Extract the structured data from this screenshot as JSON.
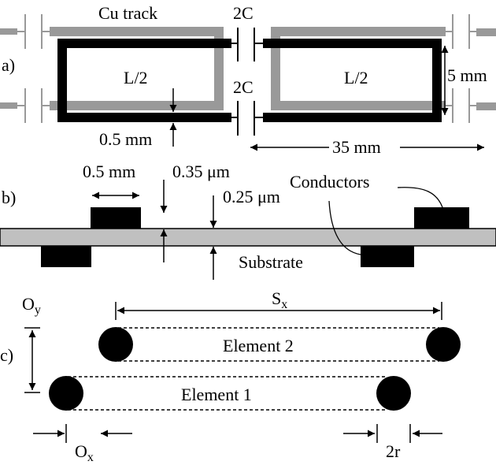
{
  "panels": {
    "a": {
      "label": "a)",
      "cu_track_label": "Cu track",
      "capacitor_top_label": "2C",
      "capacitor_bottom_label": "2C",
      "left_loop_label": "L/2",
      "right_loop_label": "L/2",
      "track_width_label": "0.5 mm",
      "loop_height_label": "5 mm",
      "loop_length_label": "35 mm"
    },
    "b": {
      "label": "b)",
      "conductor_width_label": "0.5 mm",
      "substrate_thickness_label": "0.35 μm",
      "conductor_thickness_label": "0.25 μm",
      "conductors_label": "Conductors",
      "substrate_label": "Substrate"
    },
    "c": {
      "label": "c)",
      "offset_y_label": "O",
      "offset_y_sub": "y",
      "offset_x_label": "O",
      "offset_x_sub": "x",
      "separation_label": "S",
      "separation_sub": "x",
      "element2_label": "Element 2",
      "element1_label": "Element 1",
      "diameter_label": "2r"
    }
  },
  "colors": {
    "conductor": "#000000",
    "cu_track": "#999999",
    "substrate": "#c0c0c0",
    "background": "#ffffff"
  }
}
